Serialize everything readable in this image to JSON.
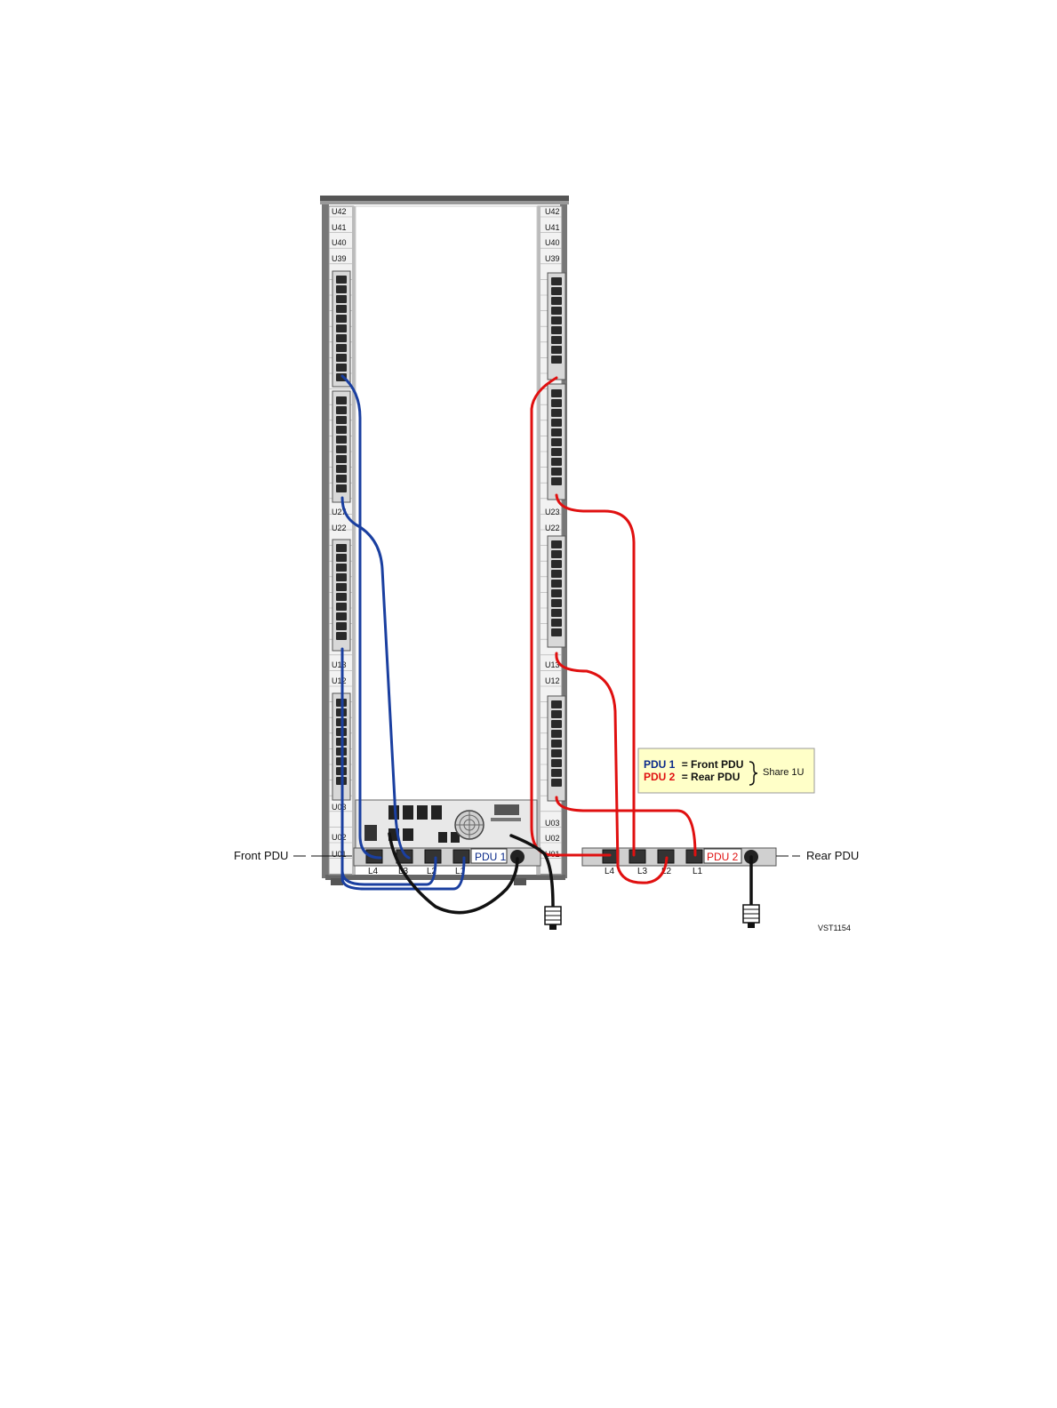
{
  "rack": {
    "left_rail_labels": [
      "U42",
      "U41",
      "U40",
      "U39",
      "U27",
      "U22",
      "U13",
      "U12",
      "U03",
      "U02",
      "U01"
    ],
    "right_rail_labels": [
      "U42",
      "U41",
      "U40",
      "U39",
      "U23",
      "U22",
      "U13",
      "U12",
      "U03",
      "U02",
      "U01"
    ]
  },
  "front_pdu": {
    "callout": "Front PDU",
    "name": "PDU 1",
    "outlets": [
      "L4",
      "L3",
      "L2",
      "L1"
    ]
  },
  "rear_pdu": {
    "callout": "Rear PDU",
    "name": "PDU 2",
    "outlets": [
      "L4",
      "L3",
      "L2",
      "L1"
    ]
  },
  "legend": {
    "line1_pdu": "PDU 1",
    "line1_eq": "= Front PDU",
    "line2_pdu": "PDU 2",
    "line2_eq": "= Rear PDU",
    "share": "Share 1U"
  },
  "figure_id": "VST1154",
  "colors": {
    "front_cable": "#1a3fa0",
    "rear_cable": "#e01010",
    "power_cord": "#111111",
    "legend_bg": "#ffffc8",
    "pdu1_text": "#0a2a8a",
    "pdu2_text": "#e01010"
  }
}
